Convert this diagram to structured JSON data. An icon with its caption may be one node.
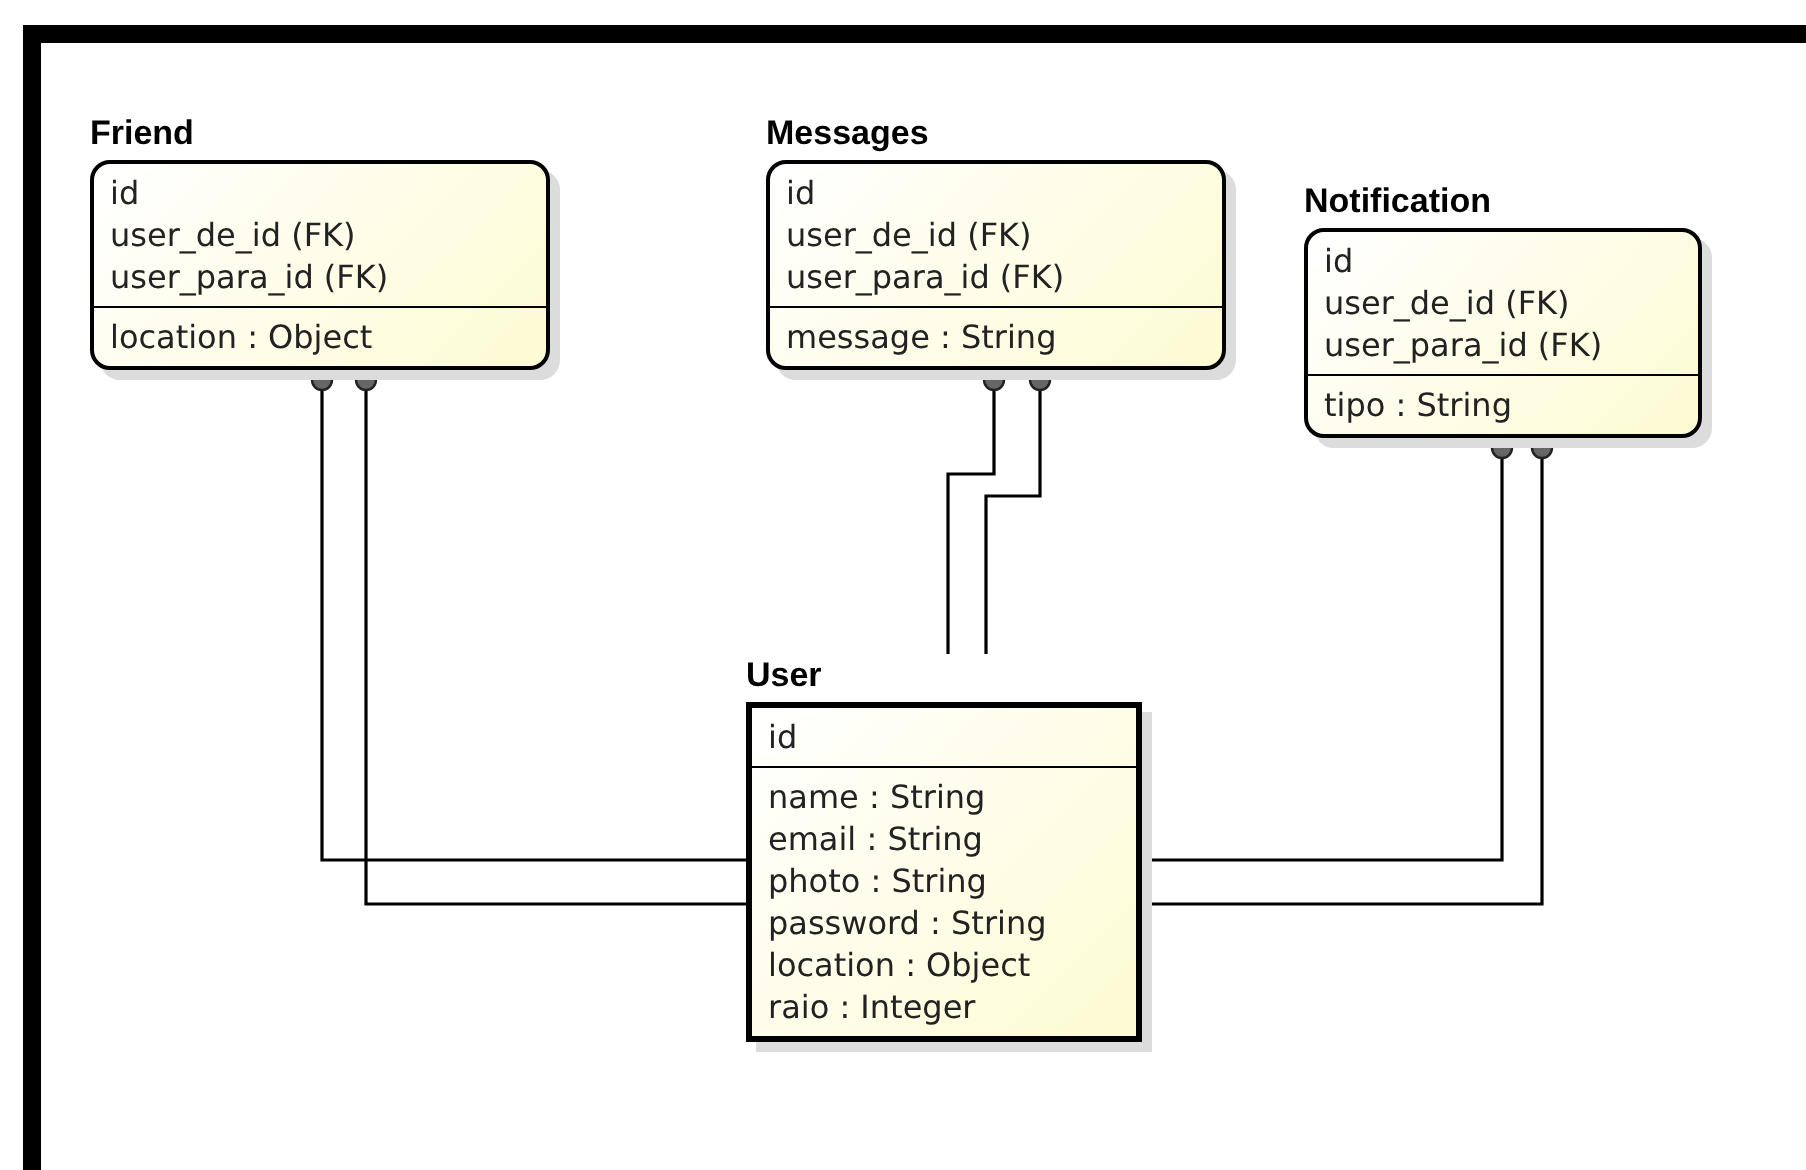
{
  "diagram": {
    "nodes": [
      {
        "text": [
          "Friend"
        ]
      },
      {
        "text": [
          "id",
          "user_de_id (FK)",
          "user_para_id (FK)"
        ],
        "in": 0
      },
      {
        "text": [
          "location : Object"
        ],
        "in": 0
      },
      {
        "text": [
          "Messages"
        ]
      },
      {
        "text": [
          "id",
          "user_de_id (FK)",
          "user_para_id (FK)"
        ],
        "in": 3
      },
      {
        "text": [
          "message : String"
        ],
        "in": 3
      },
      {
        "text": [
          "Notification"
        ]
      },
      {
        "text": [
          "id",
          "user_de_id (FK)",
          "user_para_id (FK)"
        ],
        "in": 6
      },
      {
        "text": [
          "tipo : String"
        ],
        "in": 6
      },
      {
        "text": [
          "User"
        ]
      },
      {
        "text": [
          "id"
        ],
        "in": 9
      },
      {
        "text": [
          "name : String",
          "email : String",
          "photo : String",
          "password : String",
          "location : Object",
          "raio : Integer"
        ],
        "in": 9
      }
    ],
    "edges": [
      {
        "from": 0,
        "to": 9,
        "arrow": "other"
      },
      {
        "from": 0,
        "to": 9,
        "arrow": "other"
      },
      {
        "from": 3,
        "to": 9,
        "arrow": "other"
      },
      {
        "from": 3,
        "to": 9,
        "arrow": "other"
      },
      {
        "from": 6,
        "to": 9,
        "arrow": "other"
      },
      {
        "from": 6,
        "to": 9,
        "arrow": "other"
      }
    ]
  }
}
